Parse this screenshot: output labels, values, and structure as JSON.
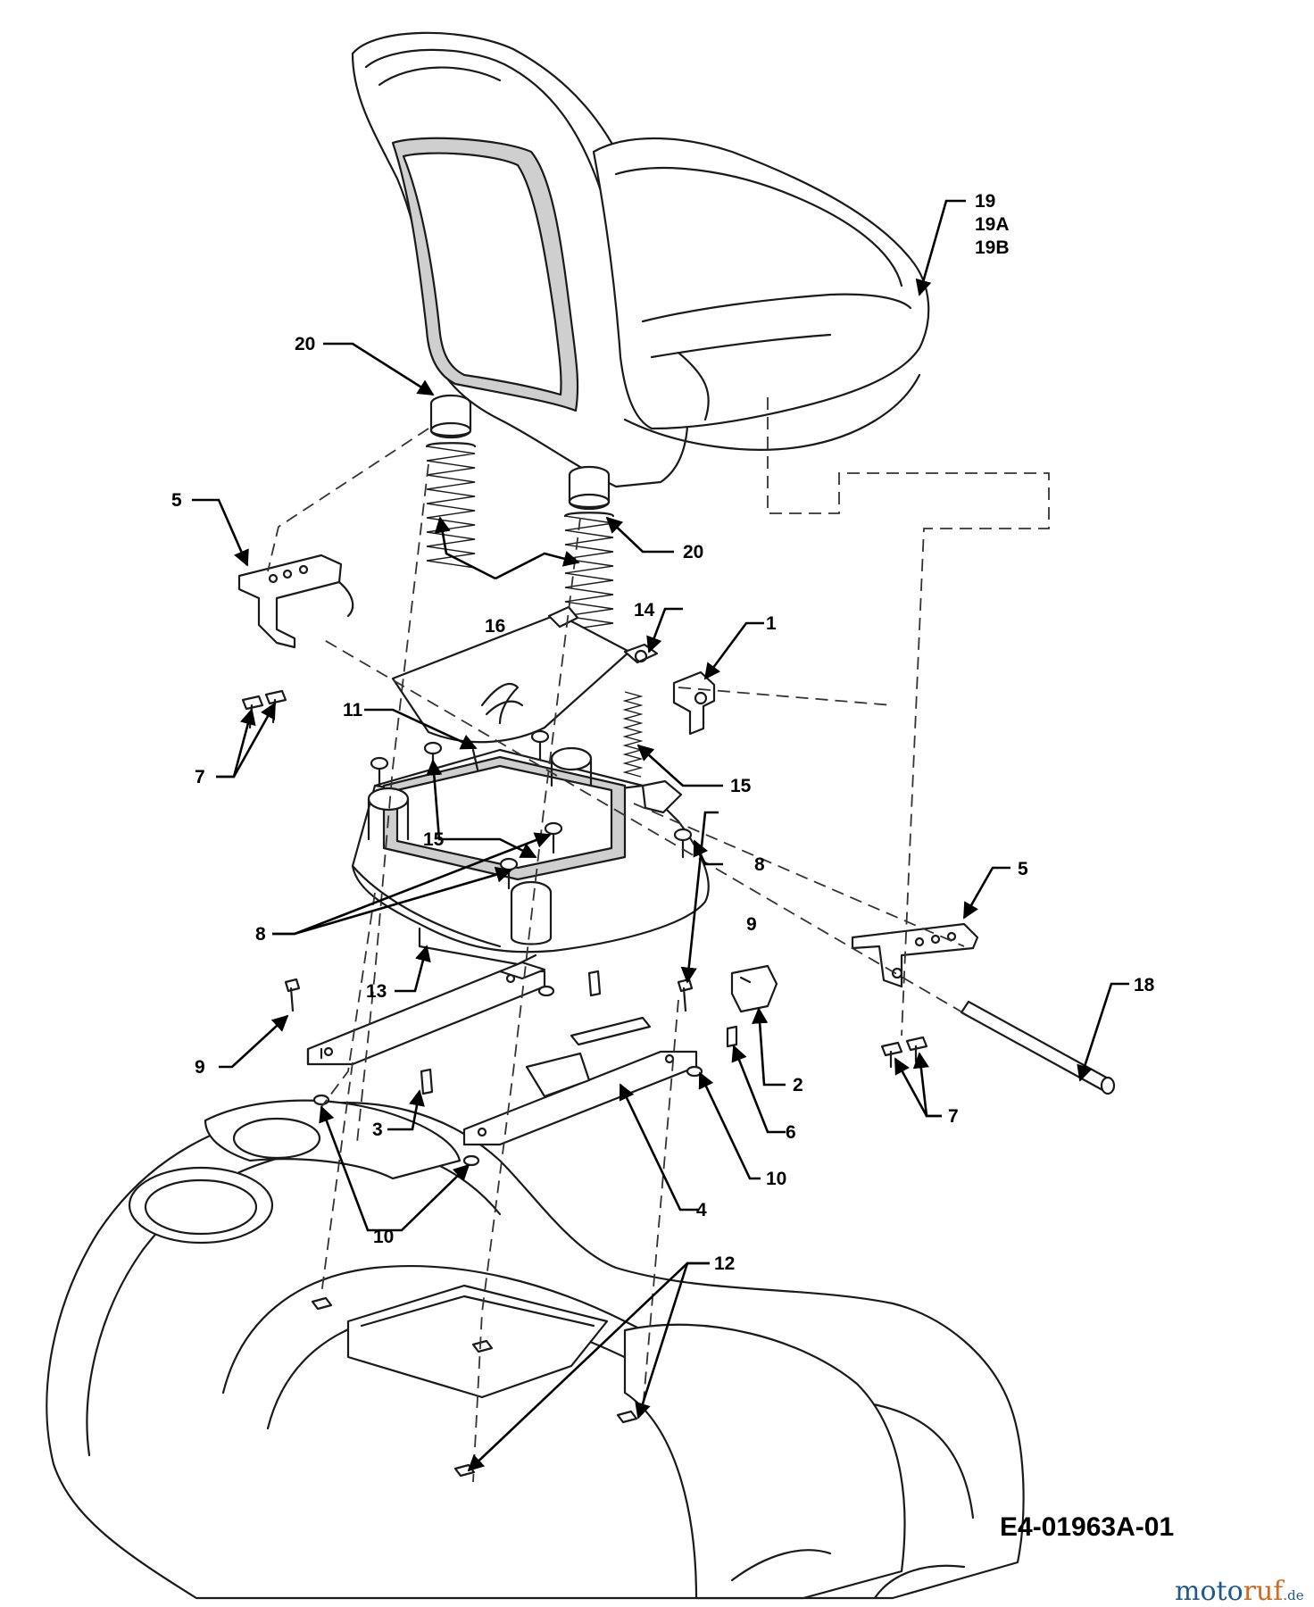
{
  "callouts": {
    "c1": "1",
    "c2": "2",
    "c3": "3",
    "c4": "4",
    "c5a": "5",
    "c5b": "5",
    "c6": "6",
    "c7a": "7",
    "c7b": "7",
    "c8a": "8",
    "c8b": "8",
    "c9a": "9",
    "c9b": "9",
    "c10a": "10",
    "c10b": "10",
    "c11": "11",
    "c12": "12",
    "c13": "13",
    "c14": "14",
    "c15a": "15",
    "c15b": "15",
    "c16": "16",
    "c18": "18",
    "c19": "19",
    "c19a": "19A",
    "c19b": "19B",
    "c20a": "20",
    "c20b": "20"
  },
  "drawing_code": "E4-01963A-01",
  "watermark": {
    "part1": "moto",
    "part2": "ruf",
    "suffix": ".de"
  },
  "colors": {
    "line": "#1a1a1a",
    "watermark_blue": "#1f5a8c",
    "watermark_orange": "#d06a1c"
  }
}
